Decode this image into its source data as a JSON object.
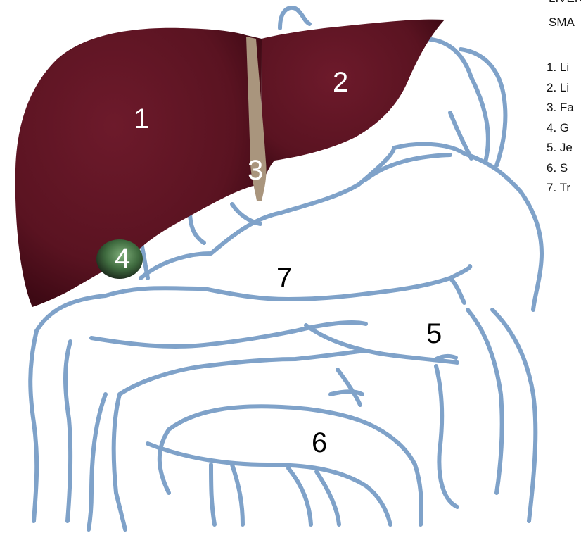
{
  "header": {
    "line1": "LIVER",
    "line2": "SMA"
  },
  "legend": [
    "1. Li",
    "2. Li",
    "3. Fa",
    "4. G",
    "5. Je",
    "6. S",
    "7. Tr"
  ],
  "labels": {
    "n1": "1",
    "n2": "2",
    "n3": "3",
    "n4": "4",
    "n5": "5",
    "n6": "6",
    "n7": "7"
  },
  "colors": {
    "liver": "#5e1422",
    "liver_dark": "#3f0a16",
    "ligament": "#a9957d",
    "gallbladder": "#3f6b3f",
    "intestine_outline": "#7fa2c9",
    "background": "#ffffff"
  }
}
